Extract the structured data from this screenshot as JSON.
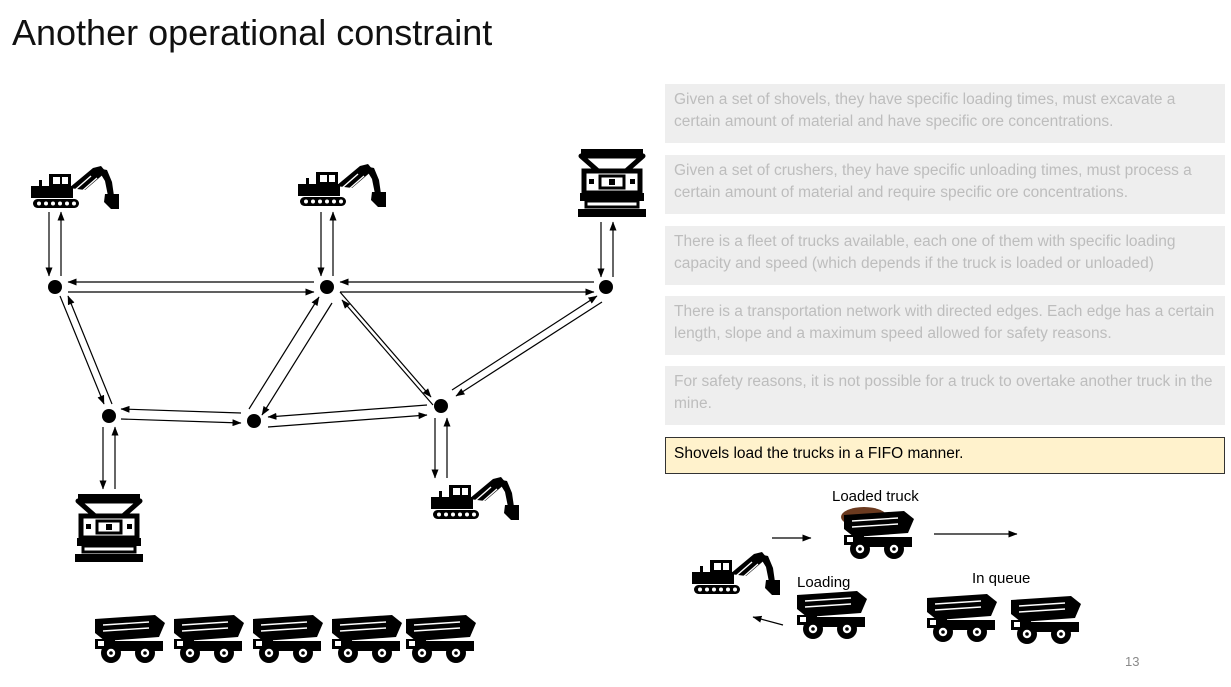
{
  "slide": {
    "title": "Another operational constraint",
    "page_number": "13"
  },
  "constraints": [
    {
      "text": "Given a set of shovels, they have specific loading times, must excavate a certain amount of material and have specific ore concentrations.",
      "highlighted": false
    },
    {
      "text": "Given a set of crushers, they have specific unloading times, must process a certain amount of material and require specific ore concentrations.",
      "highlighted": false
    },
    {
      "text": "There is a fleet of trucks available, each one of them with specific loading capacity and speed (which depends if the truck is loaded or unloaded)",
      "highlighted": false
    },
    {
      "text": "There is a transportation network with directed edges. Each edge has a certain length, slope and a maximum speed allowed for safety reasons.",
      "highlighted": false
    },
    {
      "text": "For safety reasons, it is not possible for a truck to overtake another truck in the mine.",
      "highlighted": false
    },
    {
      "text": "Shovels load the trucks in a FIFO manner.",
      "highlighted": true
    }
  ],
  "illustration": {
    "loaded_truck_label": "Loaded truck",
    "loading_label": "Loading",
    "in_queue_label": "In queue"
  },
  "colors": {
    "box_inactive_bg": "#eeeeee",
    "box_inactive_text": "#bdbdbd",
    "box_highlight_bg": "#fff2cc",
    "ore_load": "#6b3a1f"
  },
  "icons": [
    "shovel-icon",
    "crusher-icon",
    "haul-truck-icon",
    "network-node"
  ]
}
